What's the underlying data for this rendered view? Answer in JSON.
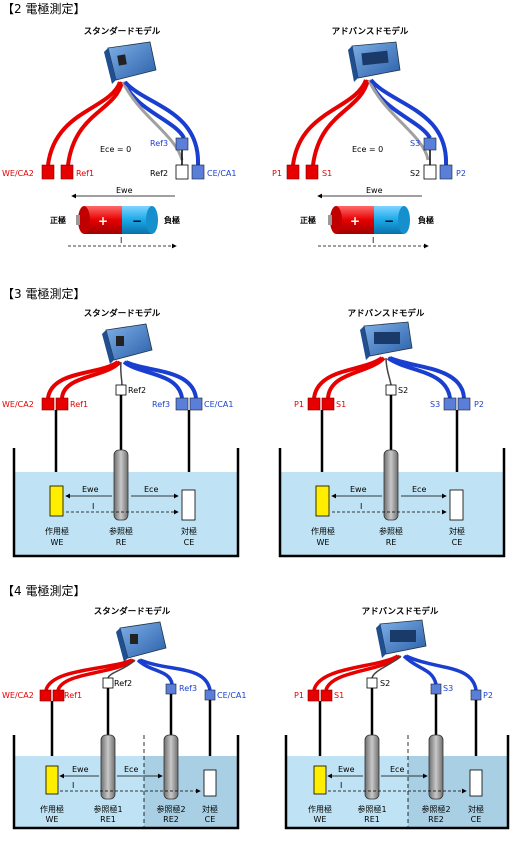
{
  "sections": [
    {
      "title": "【2 電極測定】",
      "panels": [
        {
          "name": "スタンダードモデル",
          "left": [
            "WE/CA2",
            "Ref1"
          ],
          "top": "Ref3",
          "mid": "Ref2",
          "right": "CE/CA1",
          "ece": "Ece = 0",
          "ewe": "Ewe",
          "pos": "正極",
          "neg": "負極",
          "plus": "+",
          "minus": "−",
          "i": "I"
        },
        {
          "name": "アドバンスドモデル",
          "left": [
            "P1",
            "S1"
          ],
          "top": "S3",
          "mid": "S2",
          "right": "P2",
          "ece": "Ece = 0",
          "ewe": "Ewe",
          "pos": "正極",
          "neg": "負極",
          "plus": "+",
          "minus": "−",
          "i": "I"
        }
      ]
    },
    {
      "title": "【3 電極測定】",
      "panels": [
        {
          "name": "スタンダードモデル",
          "we": "WE/CA2",
          "ref1": "Ref1",
          "ref2": "Ref2",
          "ref3": "Ref3",
          "ce": "CE/CA1",
          "ewe": "Ewe",
          "ece": "Ece",
          "i": "I",
          "cells": [
            {
              "jp": "作用極",
              "en": "WE"
            },
            {
              "jp": "参照極",
              "en": "RE"
            },
            {
              "jp": "対極",
              "en": "CE"
            }
          ]
        },
        {
          "name": "アドバンスドモデル",
          "we": "P1",
          "ref1": "S1",
          "ref2": "S2",
          "ref3": "S3",
          "ce": "P2",
          "ewe": "Ewe",
          "ece": "Ece",
          "i": "I",
          "cells": [
            {
              "jp": "作用極",
              "en": "WE"
            },
            {
              "jp": "参照極",
              "en": "RE"
            },
            {
              "jp": "対極",
              "en": "CE"
            }
          ]
        }
      ]
    },
    {
      "title": "【4 電極測定】",
      "panels": [
        {
          "name": "スタンダードモデル",
          "we": "WE/CA2",
          "ref1": "Ref1",
          "ref2": "Ref2",
          "ref3": "Ref3",
          "ce": "CE/CA1",
          "ewe": "Ewe",
          "ece": "Ece",
          "i": "I",
          "cells": [
            {
              "jp": "作用極",
              "en": "WE"
            },
            {
              "jp": "参照極1",
              "en": "RE1"
            },
            {
              "jp": "参照極2",
              "en": "RE2"
            },
            {
              "jp": "対極",
              "en": "CE"
            }
          ]
        },
        {
          "name": "アドバンスドモデル",
          "we": "P1",
          "ref1": "S1",
          "ref2": "S2",
          "ref3": "S3",
          "ce": "P2",
          "ewe": "Ewe",
          "ece": "Ece",
          "i": "I",
          "cells": [
            {
              "jp": "作用極",
              "en": "WE"
            },
            {
              "jp": "参照極1",
              "en": "RE1"
            },
            {
              "jp": "参照極2",
              "en": "RE2"
            },
            {
              "jp": "対極",
              "en": "CE"
            }
          ]
        }
      ]
    }
  ],
  "colors": {
    "red": "#e60000",
    "blue": "#1a3fd0",
    "gray": "#9a9a9a",
    "solution": "#bfe3f4",
    "we_electrode": "#ffee00",
    "battery_plus": "#e60000",
    "battery_minus": "#1aa8e8"
  }
}
